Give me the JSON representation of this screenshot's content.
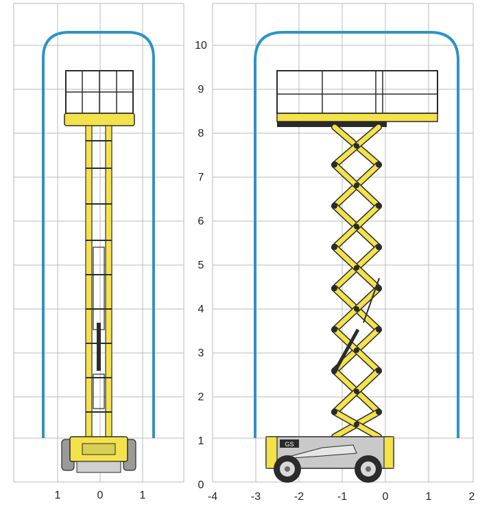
{
  "colors": {
    "grid": "#b9b9b9",
    "envelope": "#2c93c8",
    "machine_yellow": "#f4e24a",
    "machine_outline": "#2a2a2a",
    "chassis_gray": "#c9c9c9",
    "tire": "#2b2b2b",
    "label": "#222222"
  },
  "left_view": {
    "x_ticks": [
      "1",
      "0",
      "1"
    ]
  },
  "right_view": {
    "x_ticks": [
      "-4",
      "-3",
      "-2",
      "-1",
      "0",
      "1",
      "2"
    ],
    "y_ticks": [
      "0",
      "1",
      "2",
      "3",
      "4",
      "5",
      "6",
      "7",
      "8",
      "9",
      "10"
    ],
    "model_badge": "GS"
  },
  "icons": {
    "platform": "platform-guardrail-icon",
    "scissor": "scissor-arm-icon",
    "wheel": "wheel-icon"
  }
}
